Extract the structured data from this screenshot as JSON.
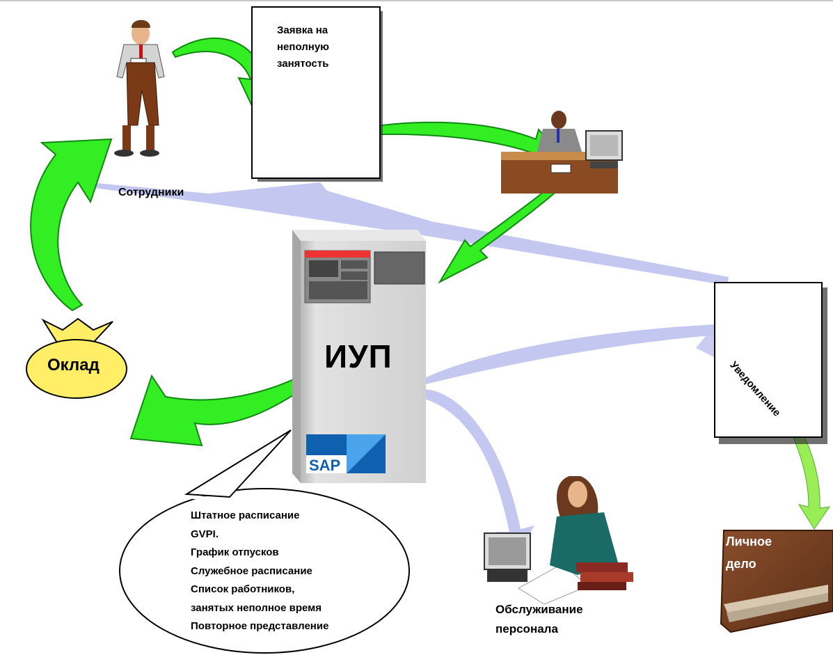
{
  "diagram": {
    "request_doc": {
      "lines": [
        "Заявка на",
        "неполную",
        "занятость"
      ]
    },
    "employees_label": "Сотрудники",
    "system_label": "ИУП",
    "salary_label": "Оклад",
    "notification_label": "Уведомление",
    "personnel_file_lines": [
      "Личное",
      "дело"
    ],
    "callout_items": [
      "Штатное расписание",
      "GVPI.",
      "График отпусков",
      "Служебное расписание",
      "Список работников,",
      "занятых неполное время",
      "Повторное представление"
    ],
    "service_lines": [
      "Обслуживание",
      "персонала"
    ],
    "sap_logo_text": "SAP",
    "colors": {
      "green_arrow": "#33ee22",
      "green_arrow_dark": "#118811",
      "lavender_arrow": "#c4c8f0",
      "salary_bag": "#ffee66",
      "server_body": "#d3d3d3",
      "book": "#7a4226",
      "sap_blue": "#1060b0"
    },
    "icons": [
      "man-with-paper-icon",
      "manager-at-desk-icon",
      "server-icon",
      "sap-logo-icon",
      "money-bag-icon",
      "woman-at-computer-icon",
      "book-icon",
      "document-icon"
    ]
  }
}
